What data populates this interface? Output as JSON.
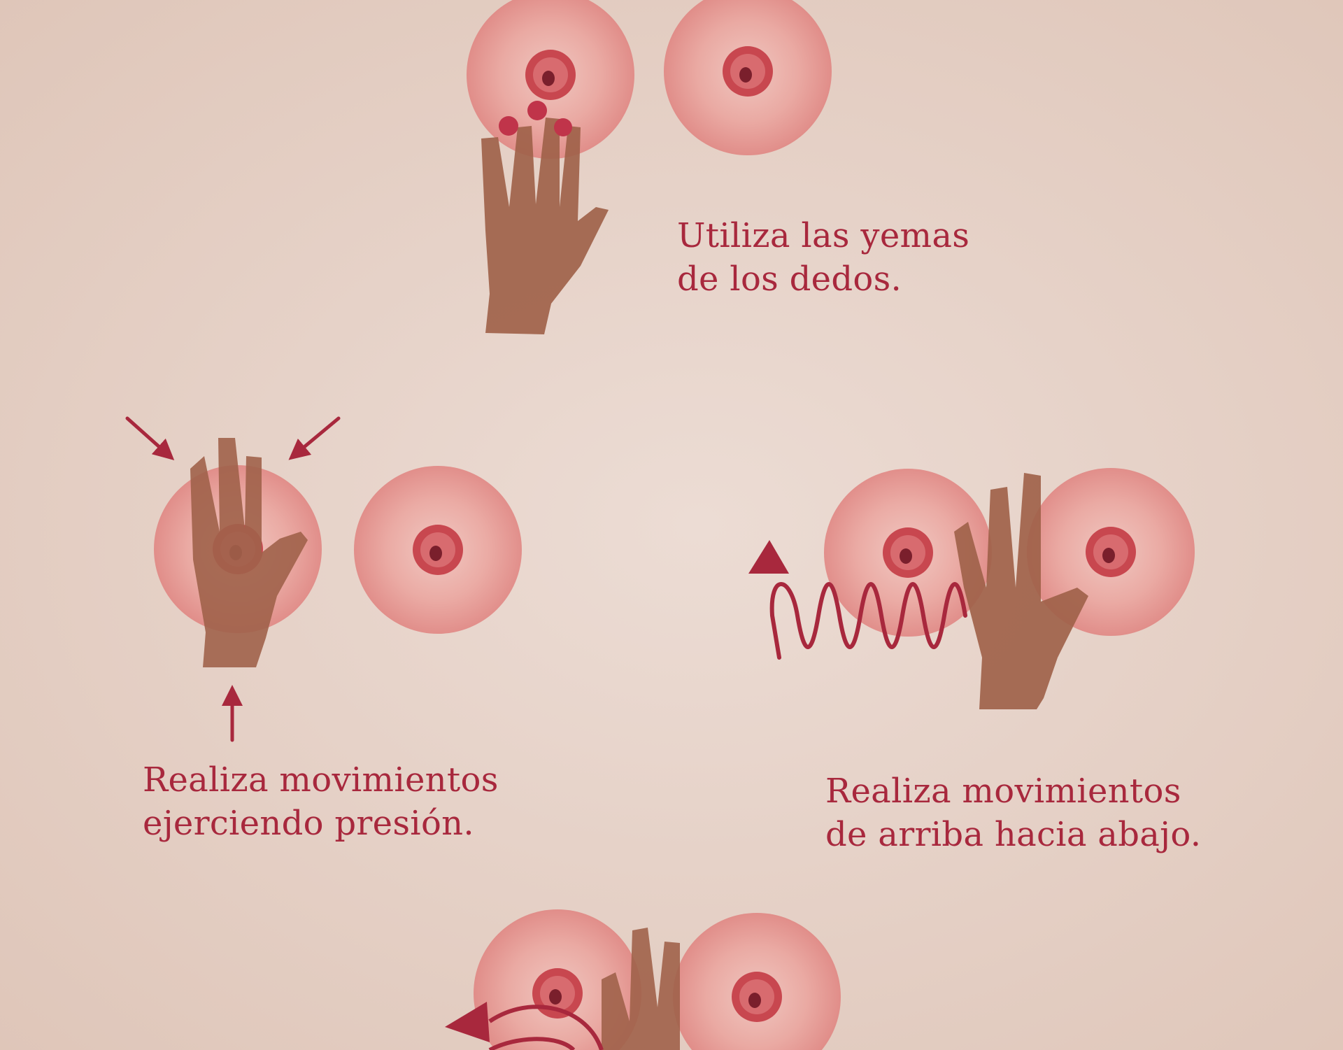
{
  "colors": {
    "background": "#e6d2c8",
    "breast_fill": "#eaa49f",
    "areola": "#c8474f",
    "nipple": "#7a1f2c",
    "hand": "#a0624a",
    "accent": "#a8283d"
  },
  "steps": [
    {
      "lines": [
        "Utiliza las yemas",
        "de los dedos."
      ]
    },
    {
      "lines": [
        "Realiza movimientos",
        "ejerciendo presión."
      ]
    },
    {
      "lines": [
        "Realiza movimientos",
        "de arriba hacia abajo."
      ]
    }
  ],
  "icons": [
    "fingertips-hand-icon",
    "pressure-arrows-icon",
    "wave-arrow-icon",
    "circular-arrow-icon"
  ]
}
